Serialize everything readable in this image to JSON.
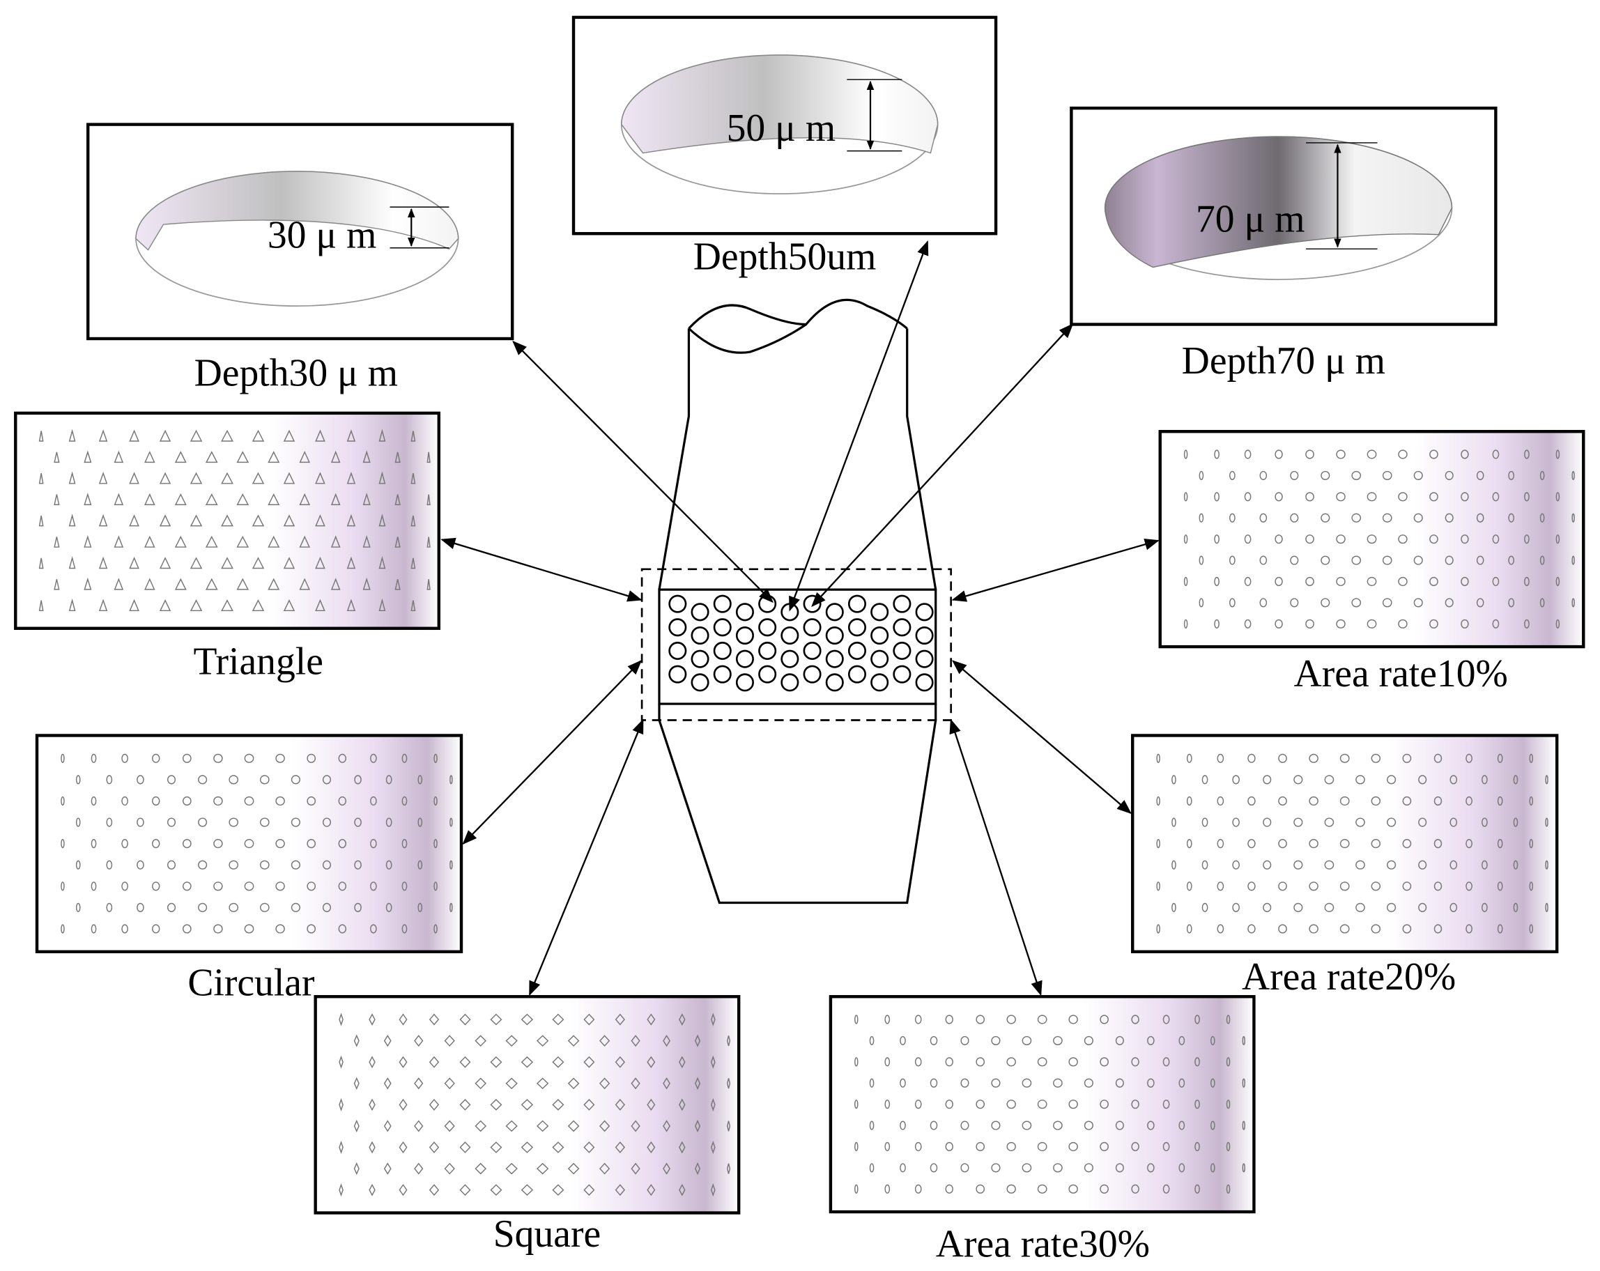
{
  "panels": {
    "depth30": {
      "caption": "Depth30 μ m",
      "dimension": "30 μ m"
    },
    "depth50": {
      "caption": "Depth50um",
      "dimension": "50 μ m"
    },
    "depth70": {
      "caption": "Depth70 μ m",
      "dimension": "70 μ m"
    },
    "triangle": {
      "caption": "Triangle",
      "pattern": "triangle"
    },
    "circular": {
      "caption": "Circular",
      "pattern": "circle"
    },
    "square": {
      "caption": "Square",
      "pattern": "diamond"
    },
    "area10": {
      "caption": "Area rate10%",
      "pattern": "circle"
    },
    "area20": {
      "caption": "Area rate20%",
      "pattern": "circle"
    },
    "area30": {
      "caption": "Area rate30%",
      "pattern": "circle"
    }
  },
  "colors": {
    "stroke": "#000000",
    "shade_dark": "#8a7f8a",
    "shade_light": "#efe4f4"
  }
}
